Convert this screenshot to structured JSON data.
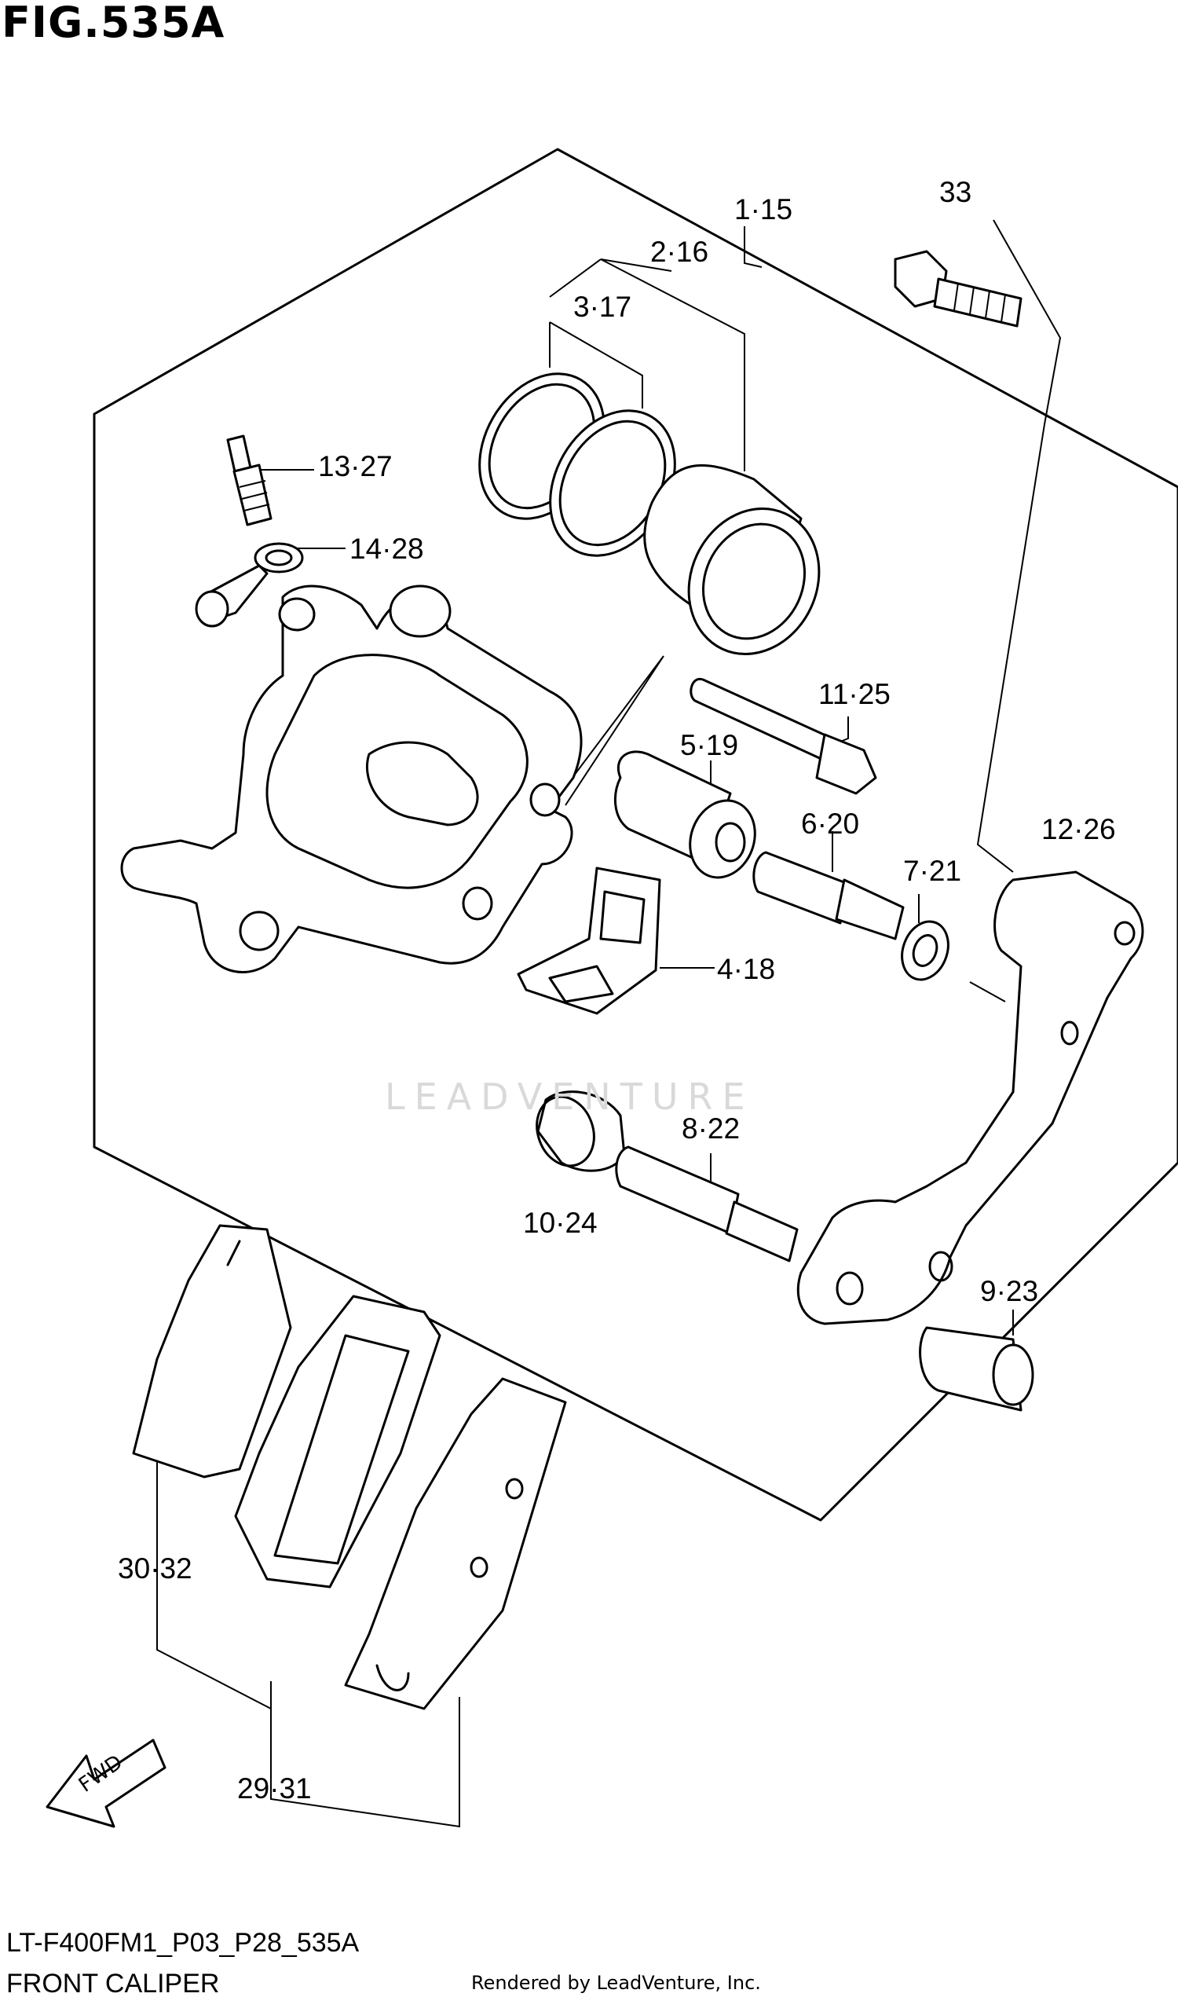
{
  "figure": {
    "title": "FIG.535A",
    "code": "LT-F400FM1_P03_P28_535A",
    "name": "FRONT CALIPER",
    "rendered_by": "Rendered by LeadVenture, Inc.",
    "watermark": "LEADVENTURE"
  },
  "callouts": [
    {
      "id": "c1",
      "label": "1·15"
    },
    {
      "id": "c2",
      "label": "2·16"
    },
    {
      "id": "c3",
      "label": "3·17"
    },
    {
      "id": "c33",
      "label": "33"
    },
    {
      "id": "c13",
      "label": "13·27"
    },
    {
      "id": "c14",
      "label": "14·28"
    },
    {
      "id": "c11",
      "label": "11·25"
    },
    {
      "id": "c5",
      "label": "5·19"
    },
    {
      "id": "c6",
      "label": "6·20"
    },
    {
      "id": "c12",
      "label": "12·26"
    },
    {
      "id": "c7",
      "label": "7·21"
    },
    {
      "id": "c4",
      "label": "4·18"
    },
    {
      "id": "c8",
      "label": "8·22"
    },
    {
      "id": "c10",
      "label": "10·24"
    },
    {
      "id": "c9",
      "label": "9·23"
    },
    {
      "id": "c30",
      "label": "30·32"
    },
    {
      "id": "c29",
      "label": "29·31"
    }
  ],
  "fwd_label": "FWD"
}
